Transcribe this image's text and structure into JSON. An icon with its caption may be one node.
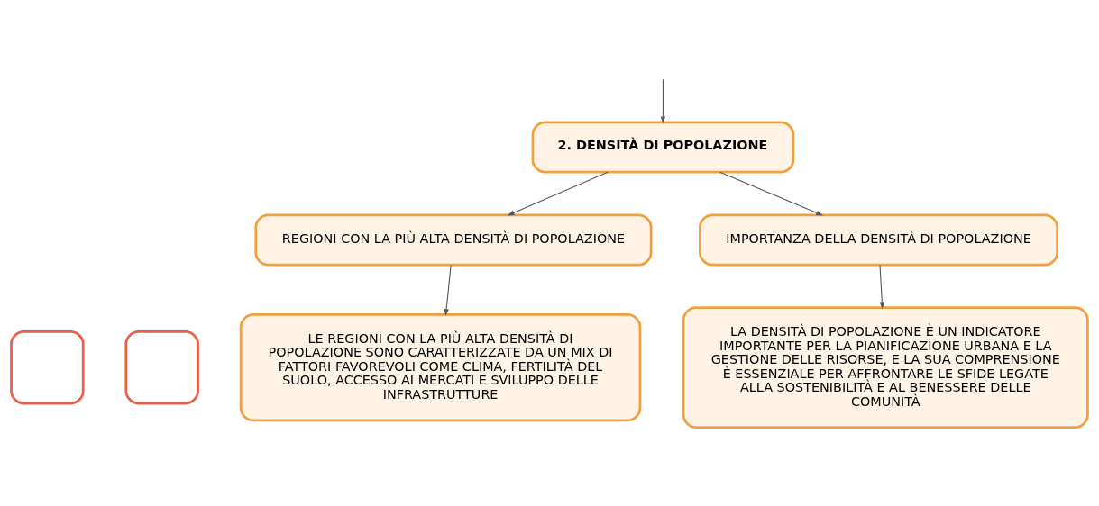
{
  "diagram": {
    "nodes": [
      {
        "text": [
          "2. DENSITÀ DI POPOLAZIONE"
        ]
      },
      {
        "text": [
          "REGIONI CON LA PIÙ ALTA DENSITÀ DI POPOLAZIONE"
        ]
      },
      {
        "text": [
          "IMPORTANZA DELLA DENSITÀ DI POPOLAZIONE"
        ]
      },
      {
        "text": [
          "LE REGIONI CON LA PIÙ ALTA DENSITÀ DI POPOLAZIONE SONO CARATTERIZZATE DA UN MIX DI FATTORI FAVOREVOLI COME CLIMA, FERTILITÀ DEL SUOLO, ACCESSO AI MERCATI E SVILUPPO DELLE INFRASTRUTTURE"
        ]
      },
      {
        "text": [
          "LA DENSITÀ DI POPOLAZIONE È UN INDICATORE IMPORTANTE PER LA PIANIFICAZIONE URBANA E LA GESTIONE DELLE RISORSE, E LA SUA COMPRENSIONE È ESSENZIALE PER AFFRONTARE LE SFIDE LEGATE ALLA SOSTENIBILITÀ E AL BENESSERE DELLE COMUNITÀ"
        ]
      },
      {
        "text": [],
        "shape": "box"
      },
      {
        "text": [],
        "shape": "box"
      }
    ],
    "edges": [
      {
        "from": null,
        "to": 0,
        "arrow": "to"
      },
      {
        "from": 0,
        "to": 1,
        "arrow": "to"
      },
      {
        "from": 0,
        "to": 2,
        "arrow": "to"
      },
      {
        "from": 1,
        "to": 3,
        "arrow": "to"
      },
      {
        "from": 2,
        "to": 4,
        "arrow": "to"
      }
    ]
  }
}
